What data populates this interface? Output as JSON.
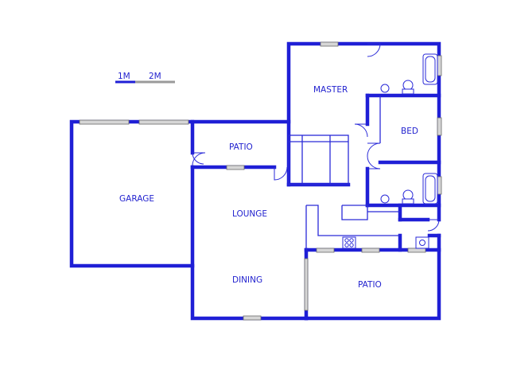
{
  "scale": {
    "label_1": "1M",
    "label_2": "2M"
  },
  "rooms": {
    "master": "MASTER",
    "bed": "BED",
    "patio_top": "PATIO",
    "garage": "GARAGE",
    "lounge": "LOUNGE",
    "dining": "DINING",
    "patio_bottom": "PATIO"
  },
  "colors": {
    "wall": "#1f1fd6",
    "text": "#2323cf",
    "window": "#d6d6d6"
  }
}
